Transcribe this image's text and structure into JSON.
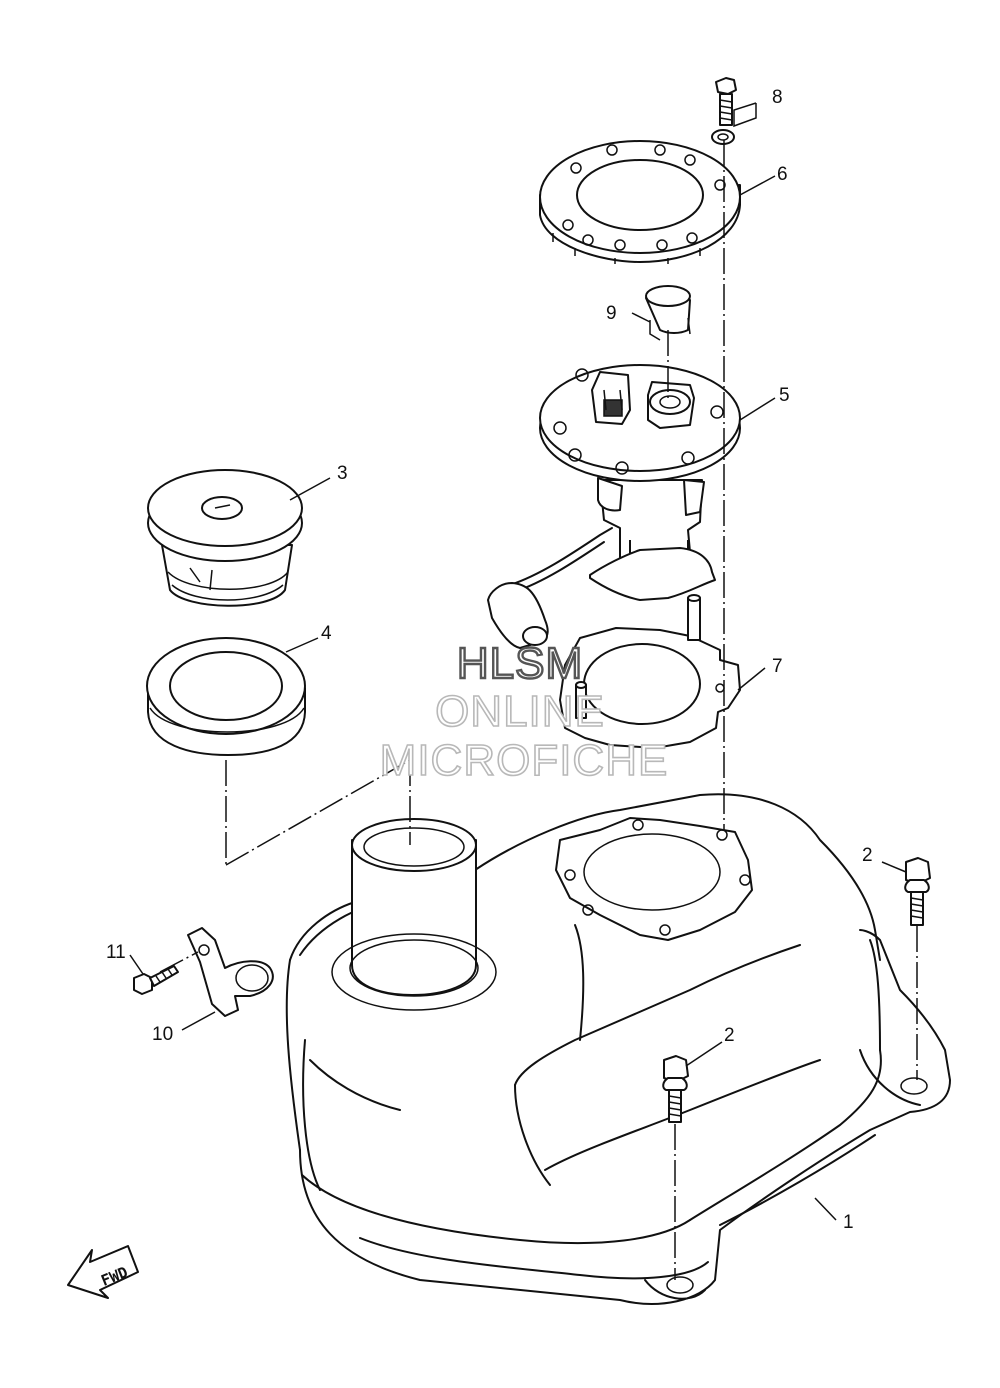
{
  "diagram": {
    "callouts": [
      {
        "id": "1",
        "label": "1"
      },
      {
        "id": "2a",
        "label": "2"
      },
      {
        "id": "2b",
        "label": "2"
      },
      {
        "id": "3",
        "label": "3"
      },
      {
        "id": "4",
        "label": "4"
      },
      {
        "id": "5",
        "label": "5"
      },
      {
        "id": "6",
        "label": "6"
      },
      {
        "id": "7",
        "label": "7"
      },
      {
        "id": "8",
        "label": "8"
      },
      {
        "id": "9",
        "label": "9"
      },
      {
        "id": "10",
        "label": "10"
      },
      {
        "id": "11",
        "label": "11"
      }
    ],
    "direction_label": "FWD"
  },
  "watermark": {
    "line1": "HLSM",
    "line2": "ONLINE",
    "line3": "MICROFICHE"
  }
}
